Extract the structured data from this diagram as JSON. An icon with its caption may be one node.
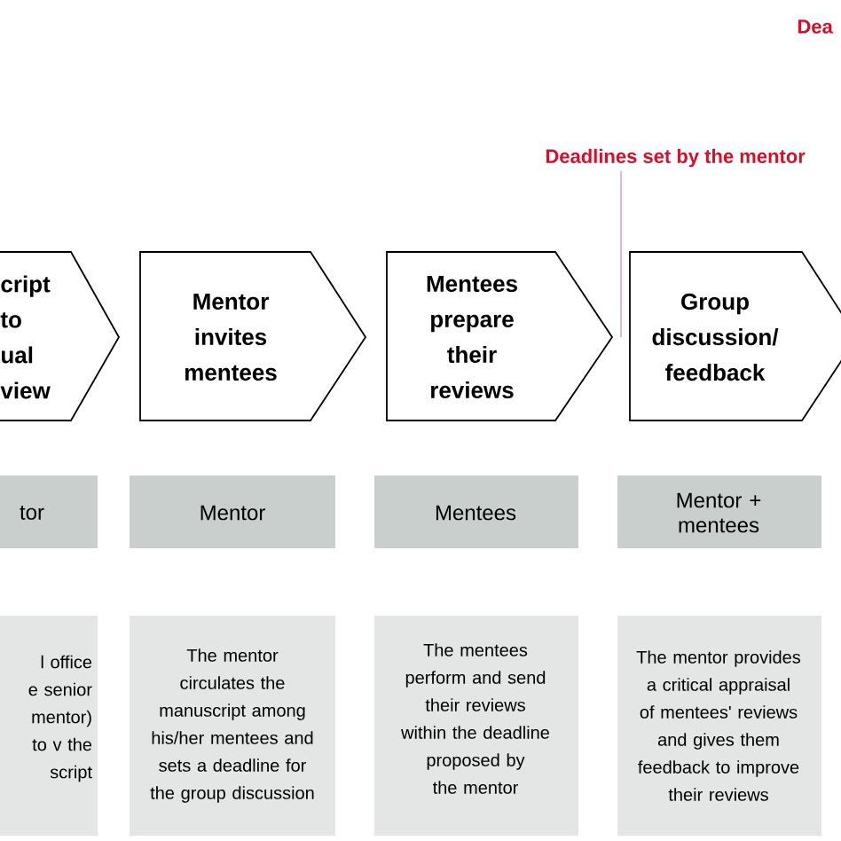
{
  "diagram": {
    "nodes": [
      {
        "text": [
          "Deadlines set by the mentor"
        ]
      },
      {
        "text": [
          "cript to ual view"
        ]
      },
      {
        "text": [
          "Mentor invites mentees"
        ]
      },
      {
        "text": [
          "Mentees prepare their reviews"
        ]
      },
      {
        "text": [
          "Group discussion/ feedback"
        ]
      },
      {
        "text": [
          "tor"
        ]
      },
      {
        "text": [
          "Mentor"
        ]
      },
      {
        "text": [
          "Mentees"
        ]
      },
      {
        "text": [
          "Mentor + mentees"
        ]
      },
      {
        "text": [
          "l office e senior mentor) to v the script"
        ]
      },
      {
        "text": [
          "The mentor circulates the manuscript among his/her mentees and sets a deadline for the group discussion"
        ]
      },
      {
        "text": [
          "The mentees perform and send their reviews within the deadline proposed by the mentor"
        ]
      },
      {
        "text": [
          "The mentor provides a critical appraisal of mentees' reviews and gives them feedback to improve their reviews"
        ]
      }
    ],
    "edges": [
      {
        "from": 0,
        "to": 3,
        "arrow": "none",
        "color": "#d88a96"
      }
    ],
    "labels": [
      "Dea"
    ]
  }
}
